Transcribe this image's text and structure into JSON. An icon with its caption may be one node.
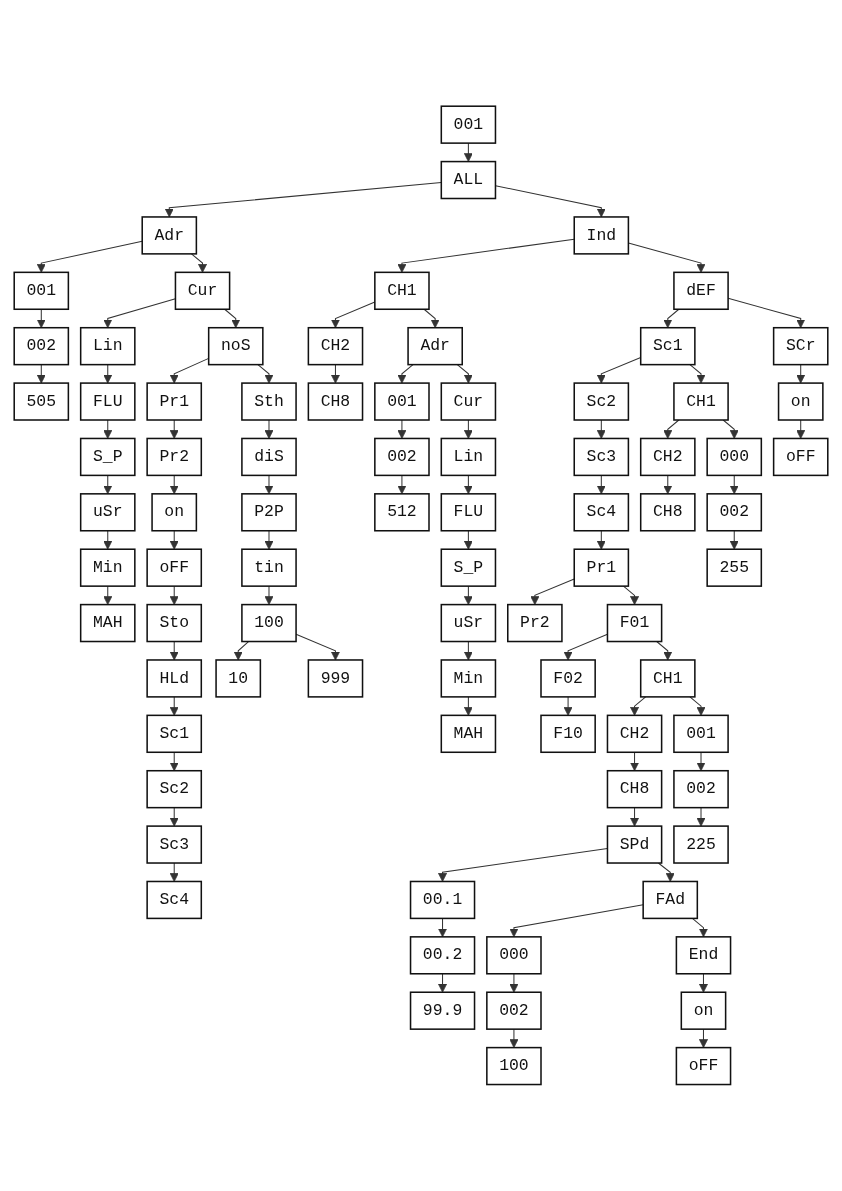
{
  "diagram": {
    "nodes": [
      {
        "text": [
          "001"
        ]
      },
      {
        "text": [
          "ALL"
        ]
      },
      {
        "text": [
          "Adr"
        ]
      },
      {
        "text": [
          "001"
        ]
      },
      {
        "text": [
          "002"
        ]
      },
      {
        "text": [
          "505"
        ]
      },
      {
        "text": [
          "Cur"
        ]
      },
      {
        "text": [
          "Lin"
        ]
      },
      {
        "text": [
          "FLU"
        ]
      },
      {
        "text": [
          "S_P"
        ]
      },
      {
        "text": [
          "MAH"
        ]
      },
      {
        "text": [
          "uSr"
        ]
      },
      {
        "text": [
          "Min"
        ]
      },
      {
        "text": [
          "Ind"
        ]
      },
      {
        "text": [
          "CH1"
        ]
      },
      {
        "text": [
          "CH2"
        ]
      },
      {
        "text": [
          "CH8"
        ]
      },
      {
        "text": [
          "Adr"
        ]
      },
      {
        "text": [
          "001"
        ]
      },
      {
        "text": [
          "002"
        ]
      },
      {
        "text": [
          "512"
        ]
      },
      {
        "text": [
          "Cur"
        ]
      },
      {
        "text": [
          "Lin"
        ]
      },
      {
        "text": [
          "FLU"
        ]
      },
      {
        "text": [
          "S_P"
        ]
      },
      {
        "text": [
          "MAH"
        ]
      },
      {
        "text": [
          "uSr"
        ]
      },
      {
        "text": [
          "Min"
        ]
      },
      {
        "text": [
          "noS"
        ]
      },
      {
        "text": [
          "Pr1"
        ]
      },
      {
        "text": [
          "Pr2"
        ]
      },
      {
        "text": [
          "on"
        ]
      },
      {
        "text": [
          "oFF"
        ]
      },
      {
        "text": [
          "Sto"
        ]
      },
      {
        "text": [
          "HLd"
        ]
      },
      {
        "text": [
          "Sc1"
        ]
      },
      {
        "text": [
          "Sc2"
        ]
      },
      {
        "text": [
          "Sc3"
        ]
      },
      {
        "text": [
          "Sc4"
        ]
      },
      {
        "text": [
          "Sth"
        ]
      },
      {
        "text": [
          "diS"
        ]
      },
      {
        "text": [
          "P2P"
        ]
      },
      {
        "text": [
          "tin"
        ]
      },
      {
        "text": [
          "10"
        ]
      },
      {
        "text": [
          "100"
        ]
      },
      {
        "text": [
          "999"
        ]
      },
      {
        "text": [
          "dEF"
        ]
      },
      {
        "text": [
          "Sc1"
        ]
      },
      {
        "text": [
          "Sc2"
        ]
      },
      {
        "text": [
          "Sc3"
        ]
      },
      {
        "text": [
          "Sc4"
        ]
      },
      {
        "text": [
          "Pr1"
        ]
      },
      {
        "text": [
          "Pr2"
        ]
      },
      {
        "text": [
          "CH1"
        ]
      },
      {
        "text": [
          "CH2"
        ]
      },
      {
        "text": [
          "CH8"
        ]
      },
      {
        "text": [
          "000"
        ]
      },
      {
        "text": [
          "002"
        ]
      },
      {
        "text": [
          "255"
        ]
      },
      {
        "text": [
          "F01"
        ]
      },
      {
        "text": [
          "F02"
        ]
      },
      {
        "text": [
          "F10"
        ]
      },
      {
        "text": [
          "CH1"
        ]
      },
      {
        "text": [
          "CH2"
        ]
      },
      {
        "text": [
          "CH8"
        ]
      },
      {
        "text": [
          "001"
        ]
      },
      {
        "text": [
          "002"
        ]
      },
      {
        "text": [
          "225"
        ]
      },
      {
        "text": [
          "SPd"
        ]
      },
      {
        "text": [
          "00.1"
        ]
      },
      {
        "text": [
          "00.2"
        ]
      },
      {
        "text": [
          "99.9"
        ]
      },
      {
        "text": [
          "FAd"
        ]
      },
      {
        "text": [
          "000"
        ]
      },
      {
        "text": [
          "002"
        ]
      },
      {
        "text": [
          "100"
        ]
      },
      {
        "text": [
          "End"
        ]
      },
      {
        "text": [
          "on"
        ]
      },
      {
        "text": [
          "oFF"
        ]
      },
      {
        "text": [
          "SCr"
        ]
      },
      {
        "text": [
          "on"
        ]
      },
      {
        "text": [
          "oFF"
        ]
      }
    ],
    "edges": [
      {
        "from": 0,
        "to": 1,
        "arrow": "to"
      },
      {
        "from": 1,
        "to": 2,
        "arrow": "to"
      },
      {
        "from": 1,
        "to": 13,
        "arrow": "to"
      },
      {
        "from": 2,
        "to": 3,
        "arrow": "to"
      },
      {
        "from": 3,
        "to": 4,
        "arrow": "to"
      },
      {
        "from": 4,
        "to": 5,
        "arrow": "to"
      },
      {
        "from": 2,
        "to": 6,
        "arrow": "to"
      },
      {
        "from": 6,
        "to": 7,
        "arrow": "to"
      },
      {
        "from": 7,
        "to": 8,
        "arrow": "to"
      },
      {
        "from": 8,
        "to": 9,
        "arrow": "to"
      },
      {
        "from": 9,
        "to": 11,
        "arrow": "to"
      },
      {
        "from": 11,
        "to": 12,
        "arrow": "to"
      },
      {
        "from": 12,
        "to": 10,
        "arrow": "to"
      },
      {
        "from": 6,
        "to": 28,
        "arrow": "to"
      },
      {
        "from": 28,
        "to": 29,
        "arrow": "to"
      },
      {
        "from": 29,
        "to": 30,
        "arrow": "to"
      },
      {
        "from": 30,
        "to": 31,
        "arrow": "to"
      },
      {
        "from": 31,
        "to": 32,
        "arrow": "to"
      },
      {
        "from": 32,
        "to": 33,
        "arrow": "to"
      },
      {
        "from": 33,
        "to": 34,
        "arrow": "to"
      },
      {
        "from": 34,
        "to": 35,
        "arrow": "to"
      },
      {
        "from": 35,
        "to": 36,
        "arrow": "to"
      },
      {
        "from": 36,
        "to": 37,
        "arrow": "to"
      },
      {
        "from": 37,
        "to": 38,
        "arrow": "to"
      },
      {
        "from": 28,
        "to": 39,
        "arrow": "to"
      },
      {
        "from": 39,
        "to": 40,
        "arrow": "to"
      },
      {
        "from": 40,
        "to": 41,
        "arrow": "to"
      },
      {
        "from": 41,
        "to": 42,
        "arrow": "to"
      },
      {
        "from": 42,
        "to": 44,
        "arrow": "to"
      },
      {
        "from": 44,
        "to": 43,
        "arrow": "to"
      },
      {
        "from": 44,
        "to": 45,
        "arrow": "to"
      },
      {
        "from": 13,
        "to": 14,
        "arrow": "to"
      },
      {
        "from": 14,
        "to": 15,
        "arrow": "to"
      },
      {
        "from": 15,
        "to": 16,
        "arrow": "to"
      },
      {
        "from": 14,
        "to": 17,
        "arrow": "to"
      },
      {
        "from": 17,
        "to": 18,
        "arrow": "to"
      },
      {
        "from": 18,
        "to": 19,
        "arrow": "to"
      },
      {
        "from": 19,
        "to": 20,
        "arrow": "to"
      },
      {
        "from": 17,
        "to": 21,
        "arrow": "to"
      },
      {
        "from": 21,
        "to": 22,
        "arrow": "to"
      },
      {
        "from": 22,
        "to": 23,
        "arrow": "to"
      },
      {
        "from": 23,
        "to": 24,
        "arrow": "to"
      },
      {
        "from": 24,
        "to": 26,
        "arrow": "to"
      },
      {
        "from": 26,
        "to": 27,
        "arrow": "to"
      },
      {
        "from": 27,
        "to": 25,
        "arrow": "to"
      },
      {
        "from": 13,
        "to": 46,
        "arrow": "to"
      },
      {
        "from": 46,
        "to": 47,
        "arrow": "to"
      },
      {
        "from": 47,
        "to": 48,
        "arrow": "to"
      },
      {
        "from": 48,
        "to": 49,
        "arrow": "to"
      },
      {
        "from": 49,
        "to": 50,
        "arrow": "to"
      },
      {
        "from": 50,
        "to": 51,
        "arrow": "to"
      },
      {
        "from": 51,
        "to": 52,
        "arrow": "to"
      },
      {
        "from": 47,
        "to": 53,
        "arrow": "to"
      },
      {
        "from": 53,
        "to": 54,
        "arrow": "to"
      },
      {
        "from": 54,
        "to": 55,
        "arrow": "to"
      },
      {
        "from": 53,
        "to": 56,
        "arrow": "to"
      },
      {
        "from": 56,
        "to": 57,
        "arrow": "to"
      },
      {
        "from": 57,
        "to": 58,
        "arrow": "to"
      },
      {
        "from": 51,
        "to": 59,
        "arrow": "to"
      },
      {
        "from": 59,
        "to": 60,
        "arrow": "to"
      },
      {
        "from": 60,
        "to": 61,
        "arrow": "to"
      },
      {
        "from": 59,
        "to": 62,
        "arrow": "to"
      },
      {
        "from": 62,
        "to": 63,
        "arrow": "to"
      },
      {
        "from": 63,
        "to": 64,
        "arrow": "to"
      },
      {
        "from": 62,
        "to": 65,
        "arrow": "to"
      },
      {
        "from": 65,
        "to": 66,
        "arrow": "to"
      },
      {
        "from": 66,
        "to": 67,
        "arrow": "to"
      },
      {
        "from": 64,
        "to": 68,
        "arrow": "to"
      },
      {
        "from": 68,
        "to": 69,
        "arrow": "to"
      },
      {
        "from": 69,
        "to": 70,
        "arrow": "to"
      },
      {
        "from": 70,
        "to": 71,
        "arrow": "to"
      },
      {
        "from": 68,
        "to": 72,
        "arrow": "to"
      },
      {
        "from": 72,
        "to": 73,
        "arrow": "to"
      },
      {
        "from": 73,
        "to": 74,
        "arrow": "to"
      },
      {
        "from": 74,
        "to": 75,
        "arrow": "to"
      },
      {
        "from": 72,
        "to": 76,
        "arrow": "to"
      },
      {
        "from": 76,
        "to": 77,
        "arrow": "to"
      },
      {
        "from": 77,
        "to": 78,
        "arrow": "to"
      },
      {
        "from": 46,
        "to": 79,
        "arrow": "to"
      },
      {
        "from": 79,
        "to": 80,
        "arrow": "to"
      },
      {
        "from": 80,
        "to": 81,
        "arrow": "to"
      }
    ]
  }
}
